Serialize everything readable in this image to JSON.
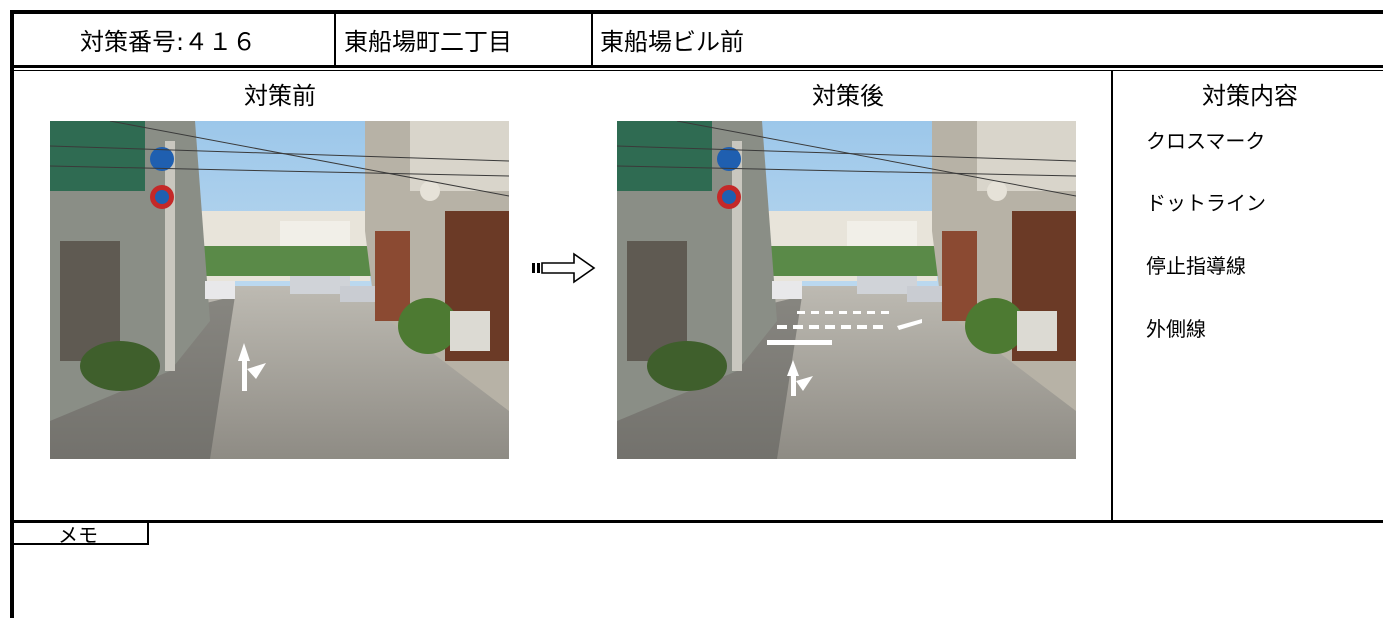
{
  "header": {
    "number_label": "対策番号:４１６",
    "area": "東船場町二丁目",
    "location": "東船場ビル前"
  },
  "sections": {
    "before_title": "対策前",
    "after_title": "対策後",
    "content_title": "対策内容"
  },
  "measures": [
    "クロスマーク",
    "ドットライン",
    "停止指導線",
    "外側線"
  ],
  "memo": {
    "label": "メモ"
  },
  "icons": {
    "transition": "right-arrow-icon"
  }
}
